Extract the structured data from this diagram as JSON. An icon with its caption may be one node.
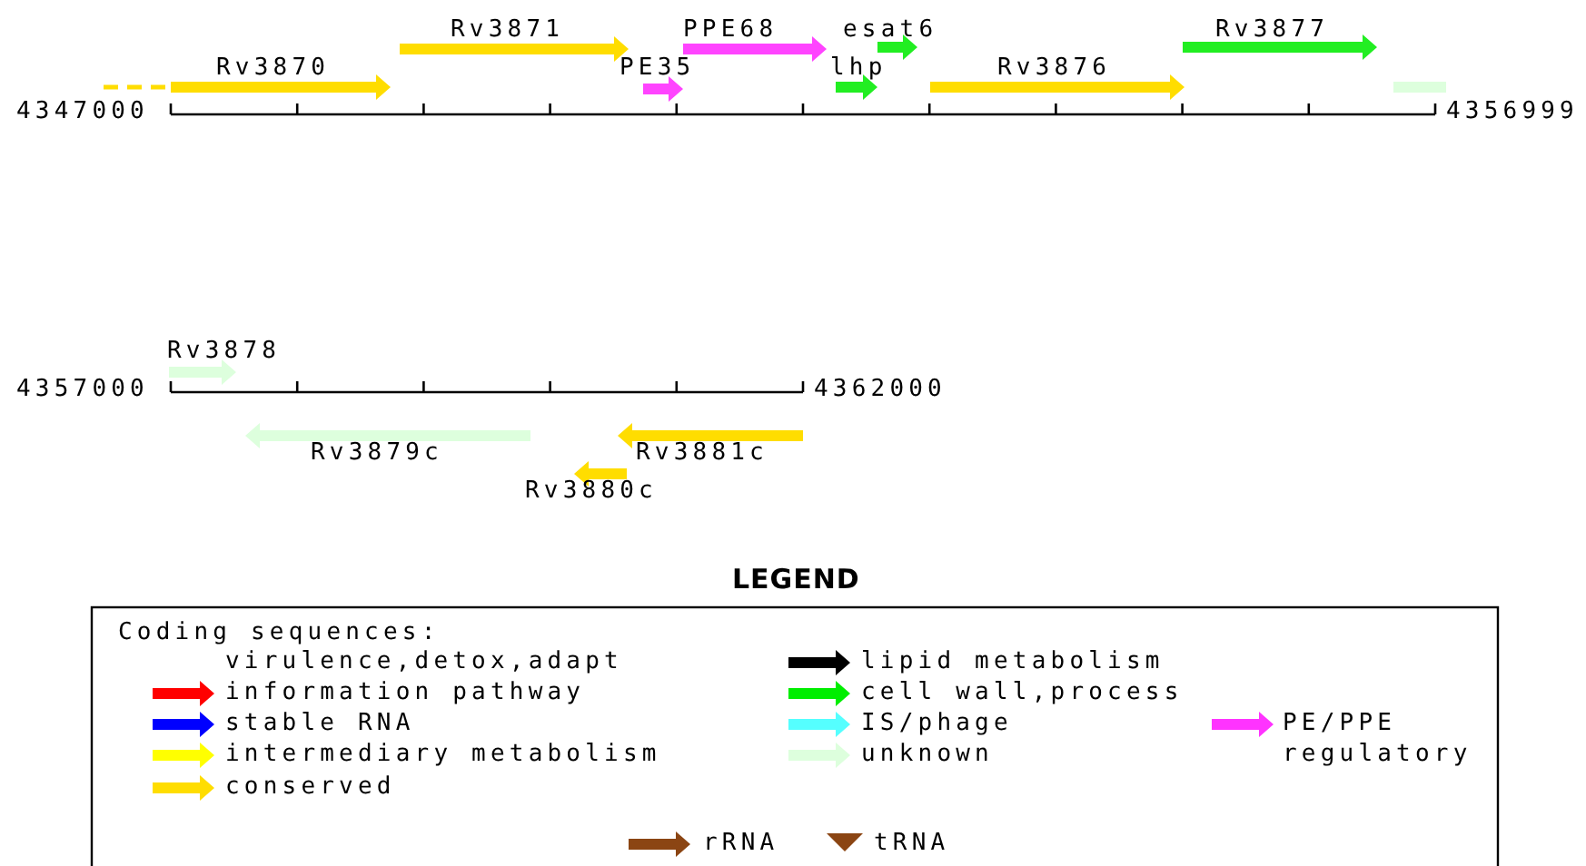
{
  "diagram": {
    "labels": [
      "Rv3871",
      "PPE68",
      "esat6",
      "Rv3877",
      "Rv3870",
      "PE35",
      "lhp",
      "Rv3876",
      "4347000",
      "4356999",
      "Rv3878",
      "4357000",
      "4362000",
      "Rv3879c",
      "Rv3881c",
      "Rv3880c",
      "LEGEND",
      "Coding sequences:"
    ],
    "legend": [
      {
        "text": "virulence,detox,adapt"
      },
      {
        "text": "lipid metabolism",
        "color": "#000000"
      },
      {
        "text": "information pathway",
        "color": "#ff0000"
      },
      {
        "text": "cell wall,process",
        "color": "#00ee00"
      },
      {
        "text": "stable RNA",
        "color": "#0000ff"
      },
      {
        "text": "IS/phage",
        "color": "#55ffff"
      },
      {
        "text": "PE/PPE",
        "color": "#ff33ff"
      },
      {
        "text": "intermediary metabolism",
        "color": "#ffff00"
      },
      {
        "text": "unknown",
        "color": "#ddffdd"
      },
      {
        "text": "regulatory"
      },
      {
        "text": "conserved",
        "color": "#ffdd00"
      },
      {
        "text": "rRNA",
        "color": "#8b4513"
      },
      {
        "text": "tRNA",
        "color": "#8b4513"
      }
    ]
  }
}
